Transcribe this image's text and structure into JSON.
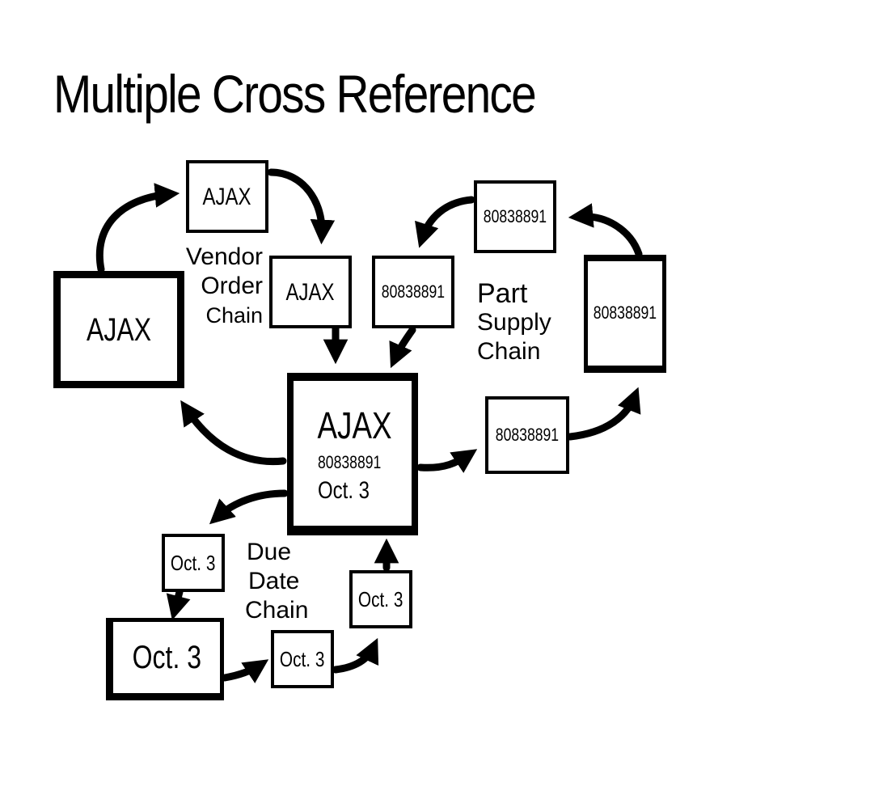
{
  "title": "Multiple Cross Reference",
  "labels": {
    "vendor": [
      "Vendor",
      "Order",
      "Chain"
    ],
    "part": [
      "Part",
      "Supply",
      "Chain"
    ],
    "due": [
      "Due",
      "Date",
      "Chain"
    ]
  },
  "center": {
    "vendor": "AJAX",
    "part": "80838891",
    "date": "Oct. 3"
  },
  "vendor_chain": [
    "AJAX",
    "AJAX",
    "AJAX"
  ],
  "part_chain": [
    "80838891",
    "80838891",
    "80838891",
    "80838891"
  ],
  "due_chain": [
    "Oct. 3",
    "Oct. 3",
    "Oct. 3",
    "Oct. 3"
  ]
}
